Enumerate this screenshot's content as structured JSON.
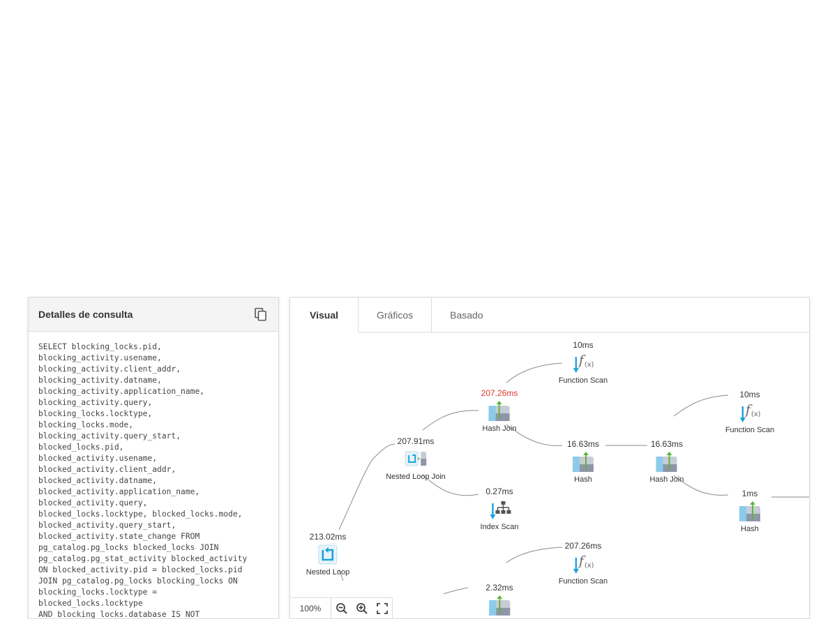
{
  "query_panel": {
    "title": "Detalles de consulta",
    "copy_icon": "copy-icon",
    "sql": "SELECT blocking_locks.pid,\nblocking_activity.usename,\nblocking_activity.client_addr,\nblocking_activity.datname,\nblocking_activity.application_name,\nblocking_activity.query,\nblocking_locks.locktype,\nblocking_locks.mode,\nblocking_activity.query_start,\nblocked_locks.pid,\nblocked_activity.usename,\nblocked_activity.client_addr,\nblocked_activity.datname,\nblocked_activity.application_name,\nblocked_activity.query,\nblocked_locks.locktype, blocked_locks.mode,\nblocked_activity.query_start,\nblocked_activity.state_change FROM\npg_catalog.pg_locks blocked_locks JOIN\npg_catalog.pg_stat_activity blocked_activity\nON blocked_activity.pid = blocked_locks.pid\nJOIN pg_catalog.pg_locks blocking_locks ON\nblocking_locks.locktype =\nblocked_locks.locktype\nAND blocking_locks.database IS NOT"
  },
  "tabs": [
    {
      "label": "Visual",
      "active": true
    },
    {
      "label": "Gráficos",
      "active": false
    },
    {
      "label": "Basado",
      "active": false
    }
  ],
  "plan": {
    "nodes": {
      "nested_loop": {
        "time": "213.02ms",
        "label": "Nested Loop",
        "icon": "nested-loop-icon"
      },
      "nested_loop_join": {
        "time": "207.91ms",
        "label": "Nested Loop Join",
        "icon": "nested-loop-join-icon"
      },
      "hash_join_1": {
        "time": "207.26ms",
        "label": "Hash Join",
        "icon": "hash-join-icon",
        "hot": true
      },
      "function_scan_1": {
        "time": "10ms",
        "label": "Function Scan",
        "icon": "function-scan-icon"
      },
      "hash_1": {
        "time": "16.63ms",
        "label": "Hash",
        "icon": "hash-icon"
      },
      "hash_join_2": {
        "time": "16.63ms",
        "label": "Hash Join",
        "icon": "hash-join-icon"
      },
      "function_scan_2": {
        "time": "10ms",
        "label": "Function Scan",
        "icon": "function-scan-icon"
      },
      "hash_2": {
        "time": "1ms",
        "label": "Hash",
        "icon": "hash-icon"
      },
      "index_scan": {
        "time": "0.27ms",
        "label": "Index Scan",
        "icon": "index-scan-icon"
      },
      "function_scan_3": {
        "time": "207.26ms",
        "label": "Function Scan",
        "icon": "function-scan-icon"
      },
      "partial_node": {
        "time": "2.32ms",
        "label": "",
        "icon": "hash-join-icon"
      }
    },
    "hot_color": "#e0352b",
    "link_color": "#8a8a8a"
  },
  "zoom": {
    "level": "100%",
    "zoom_out_icon": "zoom-out-icon",
    "zoom_in_icon": "zoom-in-icon",
    "fullscreen_icon": "fullscreen-icon"
  }
}
